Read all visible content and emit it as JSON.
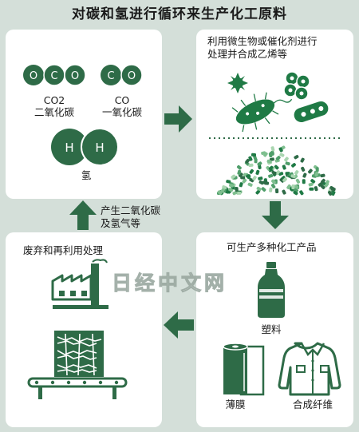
{
  "title": "对碳和氢进行循环来生产化工原料",
  "panel_gases": {
    "co2_atoms": [
      "O",
      "C",
      "O"
    ],
    "co2_formula": "CO2",
    "co2_name": "二氧化碳",
    "co_atoms": [
      "C",
      "O"
    ],
    "co_formula": "CO",
    "co_name": "一氧化碳",
    "h2_atoms": [
      "H",
      "H"
    ],
    "h2_name": "氢"
  },
  "panel_process": {
    "label_line1": "利用微生物或催化剂进行",
    "label_line2": "处理并合成乙烯等"
  },
  "panel_products": {
    "title": "可生产多种化工产品",
    "items": [
      "塑料",
      "薄膜",
      "合成纤维"
    ]
  },
  "panel_waste": {
    "title": "废弃和再利用处理"
  },
  "arrow_up_label": [
    "产生二氧化碳",
    "及氢气等"
  ],
  "watermark": "日经中文网",
  "colors": {
    "background": "#d4dfd9",
    "dark_green": "#2e6b47",
    "accent_green": "#1f7a45",
    "panel": "#ffffff"
  }
}
